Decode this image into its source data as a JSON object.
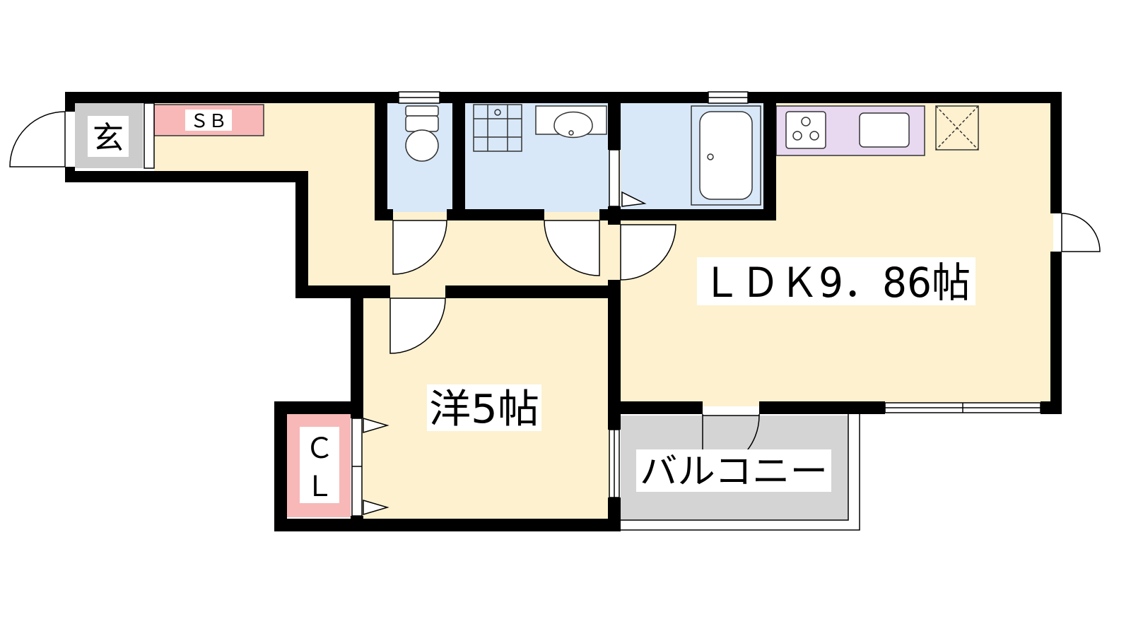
{
  "rooms": {
    "entrance": "玄",
    "shoe_box": "ＳＢ",
    "ldk": "ＬＤＫ9．86帖",
    "western_room": "洋5帖",
    "closet_top": "Ｃ",
    "closet_bottom": "Ｌ",
    "balcony": "バルコニー"
  },
  "colors": {
    "floor": "#fdf1cf",
    "wet_area": "#d9e8f8",
    "kitchen": "#e8d8f0",
    "storage": "#f8b8b8",
    "balcony": "#d4d4d4",
    "entrance": "#cccccc",
    "wall": "#000000"
  }
}
